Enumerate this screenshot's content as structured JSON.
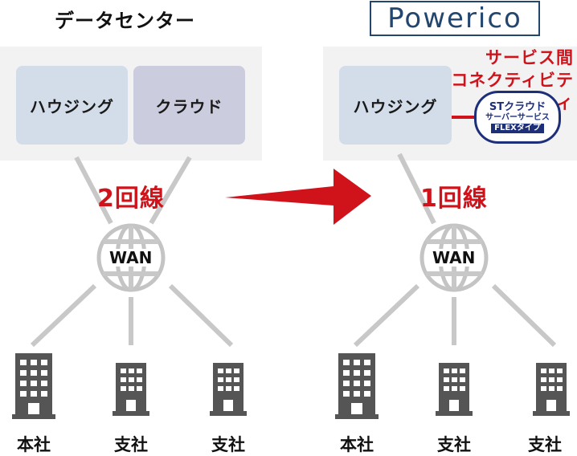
{
  "left": {
    "title": "データセンター",
    "housing_label": "ハウジング",
    "cloud_label": "クラウド",
    "line_count": "2回線",
    "wan_label": "WAN",
    "offices": [
      "本社",
      "支社",
      "支社"
    ]
  },
  "right": {
    "logo_text": "Powerico",
    "service_label_line1": "サービス間",
    "service_label_line2": "コネクティビティ",
    "housing_label": "ハウジング",
    "line_count": "1回線",
    "wan_label": "WAN",
    "offices": [
      "本社",
      "支社",
      "支社"
    ],
    "badge": {
      "title": "STクラウド",
      "subtitle": "サーバーサービス",
      "flex": "FLEXタイプ"
    }
  },
  "colors": {
    "accent_red": "#d0121b",
    "housing_blue": "#d3dde9",
    "cloud_purple": "#ccccdf",
    "panel_gray": "#f2f2f2",
    "line_gray": "#c8c8c8",
    "logo_navy": "#23466f"
  },
  "icons": {
    "globe": "globe-icon",
    "building": "building-icon",
    "arrow": "arrow-right-icon"
  }
}
